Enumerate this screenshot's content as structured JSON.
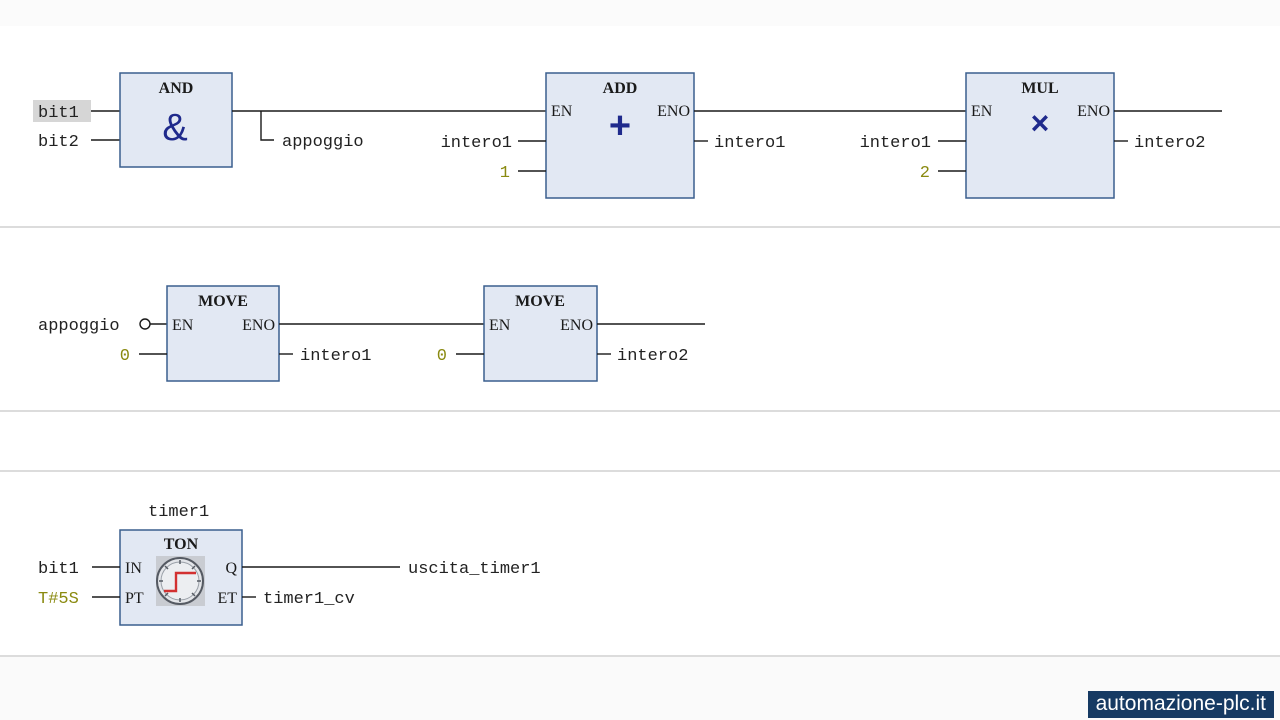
{
  "network1": {
    "and": {
      "title": "AND",
      "symbol": "&",
      "in1": "bit1",
      "in2": "bit2",
      "out": "appoggio"
    },
    "add": {
      "title": "ADD",
      "symbol": "+",
      "en": "EN",
      "eno": "ENO",
      "in1": "intero1",
      "in2": "1",
      "out": "intero1"
    },
    "mul": {
      "title": "MUL",
      "symbol": "×",
      "en": "EN",
      "eno": "ENO",
      "in1": "intero1",
      "in2": "2",
      "out": "intero2"
    }
  },
  "network2": {
    "move1": {
      "title": "MOVE",
      "en": "EN",
      "eno": "ENO",
      "en_in": "appoggio",
      "in": "0",
      "out": "intero1"
    },
    "move2": {
      "title": "MOVE",
      "en": "EN",
      "eno": "ENO",
      "in": "0",
      "out": "intero2"
    }
  },
  "network3": {
    "ton": {
      "instance": "timer1",
      "title": "TON",
      "in_pin": "IN",
      "pt_pin": "PT",
      "q_pin": "Q",
      "et_pin": "ET",
      "in": "bit1",
      "pt": "T#5S",
      "q": "uscita_timer1",
      "et": "timer1_cv"
    }
  },
  "watermark": "automazione-plc.it",
  "colors": {
    "block_fill": "#e2e8f3",
    "block_border": "#3a5f8e",
    "symbol": "#1f2a8c",
    "constant": "#8a8a10",
    "brand_bg": "#163a63"
  }
}
